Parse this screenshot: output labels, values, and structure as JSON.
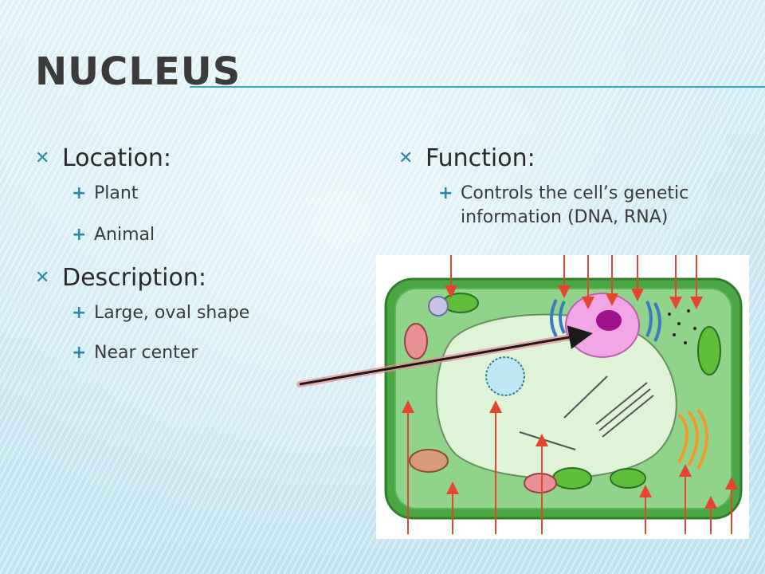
{
  "slide": {
    "title": "Nucleus",
    "left_column": [
      {
        "heading": "Location:",
        "items": [
          "Plant",
          "Animal"
        ]
      },
      {
        "heading": "Description:",
        "items": [
          "Large, oval shape",
          "Near center"
        ]
      }
    ],
    "right_column": [
      {
        "heading": "Function:",
        "items": [
          "Controls the cell’s genetic information (DNA, RNA)"
        ]
      }
    ],
    "bullet_icon": "x-bullet-icon",
    "sub_bullet_icon": "plus-bullet-icon",
    "colors": {
      "accent": "#2f86a8",
      "cell_wall": "#3c9a3a",
      "cytoplasm": "#8fd48a",
      "vacuole": "#dff3d6",
      "nucleus": "#f3a6e6",
      "nucleolus": "#a0128c",
      "label_arrow": "#e5442f",
      "pointer_arrow": "#1a1a1a"
    }
  }
}
